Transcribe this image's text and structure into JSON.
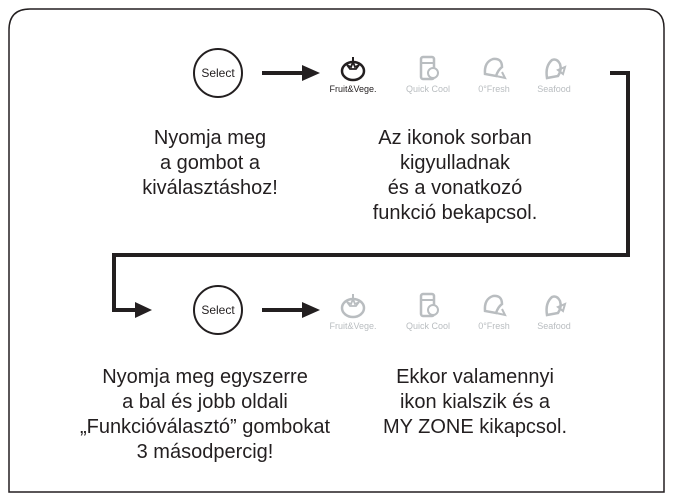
{
  "select_label": "Select",
  "icons": [
    {
      "label": "Fruit&Vege.",
      "icon": "tomato-icon"
    },
    {
      "label": "Quick Cool",
      "icon": "bottle-icon"
    },
    {
      "label": "0°Fresh",
      "icon": "meat-icon"
    },
    {
      "label": "Seafood",
      "icon": "fish-icon"
    }
  ],
  "step1": {
    "left_text": [
      "Nyomja meg",
      "a gombot a",
      "kiválasztáshoz!"
    ],
    "right_text": [
      "Az ikonok sorban",
      "kigyulladnak",
      "és a vonatkozó",
      "funkció bekapcsol."
    ]
  },
  "step2": {
    "left_text": [
      "Nyomja meg egyszerre",
      "a bal és jobb oldali",
      "„Funkcióválasztó” gombokat",
      "3 másodpercig!"
    ],
    "right_text": [
      "Ekkor valamennyi",
      "ikon kialszik és a",
      "MY ZONE kikapcsol."
    ]
  },
  "colors": {
    "ink": "#231f20",
    "inactive": "#b9bdc0"
  }
}
